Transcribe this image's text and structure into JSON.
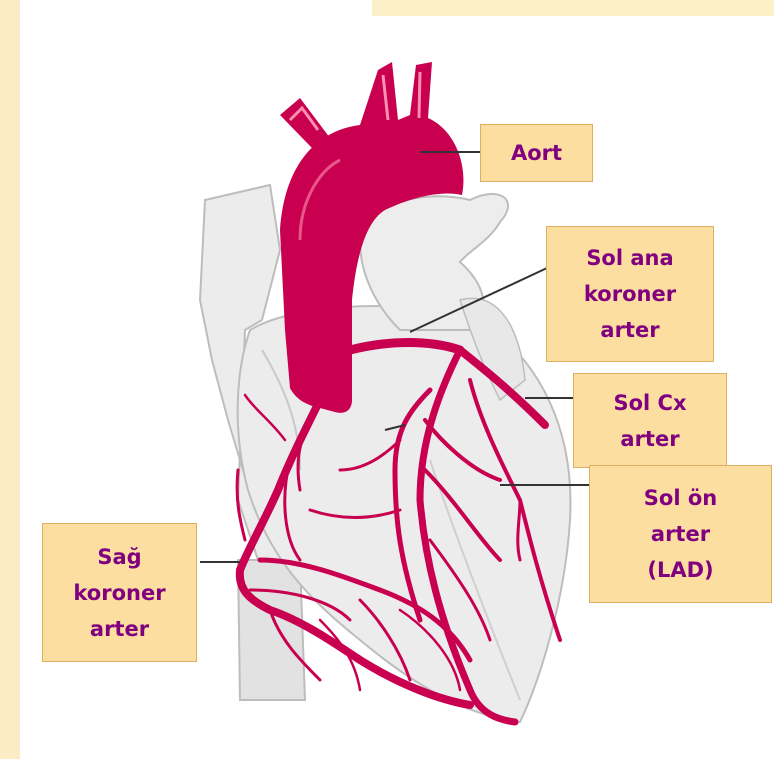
{
  "labels": {
    "aort": "Aort",
    "sol_ana": "Sol ana\nkoroner\narter",
    "sol_cx": "Sol Cx\narter",
    "sol_on": "Sol ön\narter\n(LAD)",
    "sag": "Sağ\nkoroner\narter"
  },
  "colors": {
    "artery": "#c8004f",
    "artery_highlight": "#ff8fb0",
    "heart": "#ececec",
    "heart_outline": "#bdbdbd",
    "label_bg": "#fcdfa0",
    "label_text": "#800080",
    "side_strip": "#fcebc4"
  }
}
